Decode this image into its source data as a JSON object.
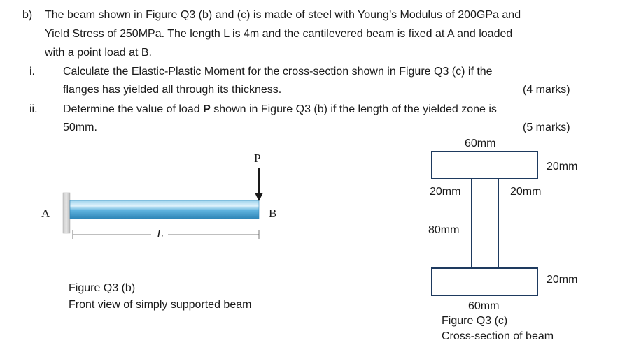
{
  "question": {
    "part_label": "b)",
    "intro_line1": "The beam shown in Figure Q3 (b) and (c) is made of steel with Young’s Modulus of 200GPa and",
    "intro_line2": "Yield Stress of 250MPa. The length L is 4m and the cantilevered beam is fixed at A and loaded",
    "intro_line3": "with a point load at B.",
    "items": [
      {
        "numeral": "i.",
        "line1": "Calculate the Elastic-Plastic Moment for the cross-section shown in Figure Q3 (c) if the",
        "line2": "flanges has yielded all through its thickness.",
        "marks": "(4 marks)"
      },
      {
        "numeral": "ii.",
        "line1_pre": "Determine the value of load ",
        "line1_bold": "P",
        "line1_post": " shown in Figure Q3 (b) if the length of the yielded zone is",
        "line2": "50mm.",
        "marks": "(5 marks)"
      }
    ]
  },
  "figure_b": {
    "label_P": "P",
    "label_A": "A",
    "label_B": "B",
    "label_L": "L",
    "caption_line1": "Figure Q3  (b)",
    "caption_line2": "Front view of simply supported beam"
  },
  "figure_c": {
    "dim_top_flange_width": "60mm",
    "dim_top_flange_thickness": "20mm",
    "dim_web_left": "20mm",
    "dim_web_right": "20mm",
    "dim_web_height": "80mm",
    "dim_bottom_flange_thickness": "20mm",
    "dim_bottom_flange_width": "60mm",
    "caption_line1": "Figure Q3  (c)",
    "caption_line2": "Cross-section of beam"
  }
}
